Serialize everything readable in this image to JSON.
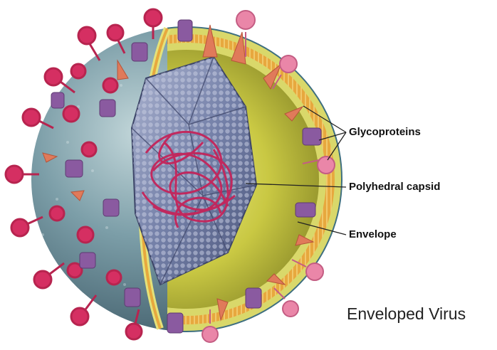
{
  "labels": {
    "glycoproteins": "Glycoproteins",
    "capsid": "Polyhedral capsid",
    "envelope": "Envelope"
  },
  "caption": "Enveloped Virus",
  "colors": {
    "background": "#ffffff",
    "outer_surface": "#5f8593",
    "outer_surface_light": "#a9c3c9",
    "lipid_head": "#d7d65a",
    "lipid_tail": "#e7a83e",
    "inner_cavity": "#b9ba3a",
    "capsid": "#6f7ba3",
    "capsid_light": "#a7b0cc",
    "genome": "#c4245a",
    "glycoprotein_pink": "#d52f62",
    "glycoprotein_purple": "#8a5aa0",
    "spike_orange": "#e07a5a",
    "spike_light_pink": "#ea86a8"
  }
}
